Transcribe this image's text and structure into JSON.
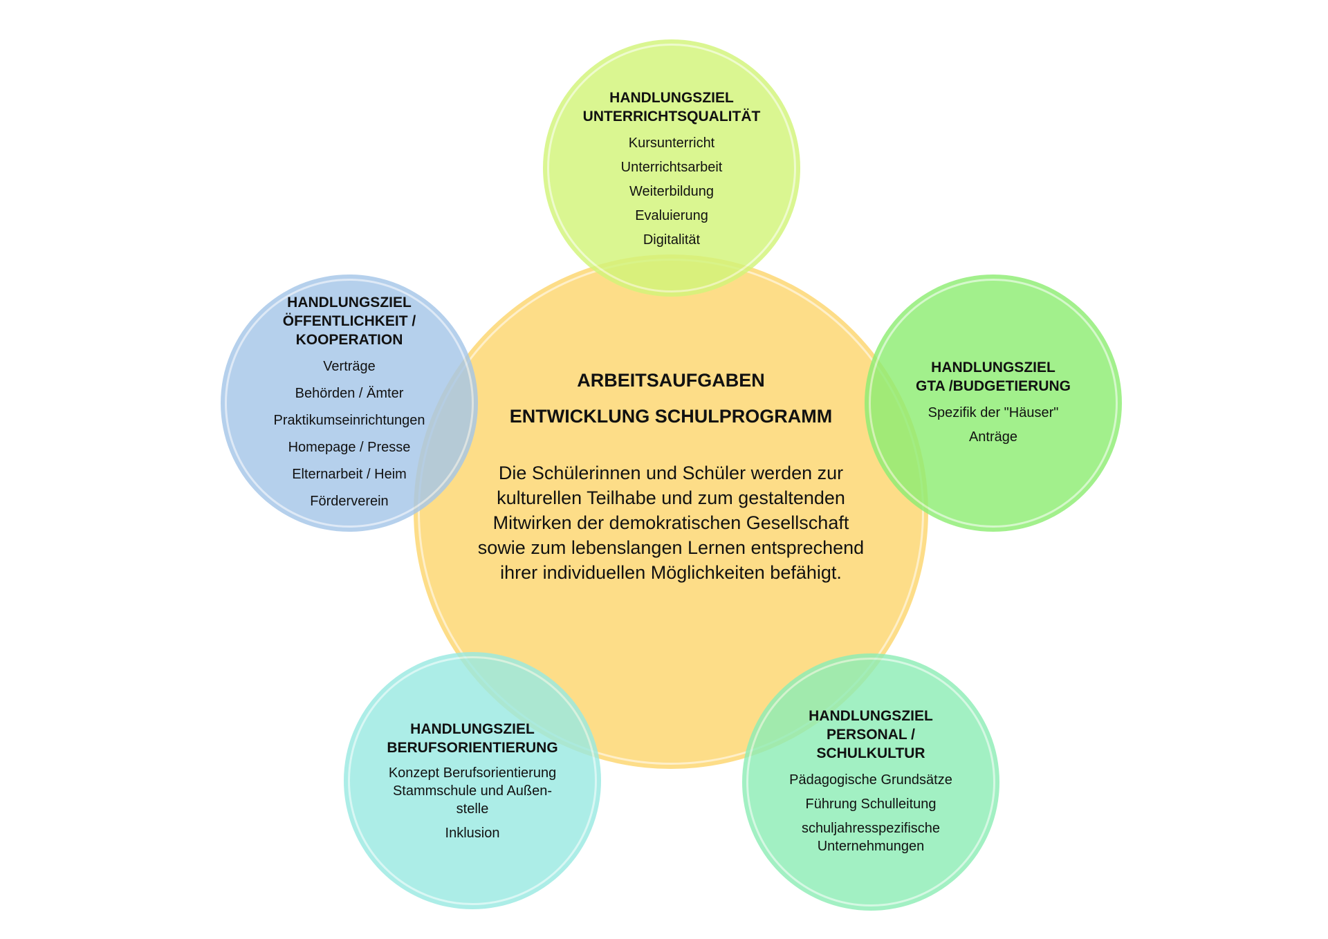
{
  "center": {
    "title_line1": "ARBEITSAUFGABEN",
    "title_line2": "ENTWICKLUNG SCHULPROGRAMM",
    "body": "Die Schülerinnen und Schüler werden zur kulturellen Teilhabe und zum gestaltenden Mitwirken der demokratischen Gesellschaft sowie zum lebenslangen Lernen entsprechend ihrer individuellen Möglichkeiten befähigt.",
    "color": "#fdd66f"
  },
  "goals": [
    {
      "heading": [
        "HANDLUNGSZIEL",
        "UNTERRICHTSQUALITÄT"
      ],
      "items": [
        "Kursunterricht",
        "Unterrichtsarbeit",
        "Weiterbildung",
        "Evaluierung",
        "Digitalität"
      ],
      "color": "#d2f57a"
    },
    {
      "heading": [
        "HANDLUNGSZIEL",
        "ÖFFENTLICHKEIT /",
        "KOOPERATION"
      ],
      "items": [
        "Verträge",
        "Behörden / Ämter",
        "Praktikumseinrichtungen",
        "Homepage / Presse",
        "Elternarbeit / Heim",
        "Förderverein"
      ],
      "color": "#a6c6e8"
    },
    {
      "heading": [
        "HANDLUNGSZIEL",
        "GTA /BUDGETIERUNG"
      ],
      "items": [
        "Spezifik der \"Häuser\"",
        "Anträge"
      ],
      "color": "#8eed74"
    },
    {
      "heading": [
        "HANDLUNGSZIEL",
        "BERUFSORIENTIERUNG"
      ],
      "items": [
        "Konzept Berufsorientierung Stammschule und Außen-stelle",
        "Inklusion"
      ],
      "color": "#9aeae2"
    },
    {
      "heading": [
        "HANDLUNGSZIEL",
        "PERSONAL /",
        "SCHULKULTUR"
      ],
      "items": [
        "Pädagogische Grundsätze",
        "Führung Schulleitung",
        "schuljahresspezifische Unternehmungen"
      ],
      "color": "#8eedb6"
    }
  ]
}
